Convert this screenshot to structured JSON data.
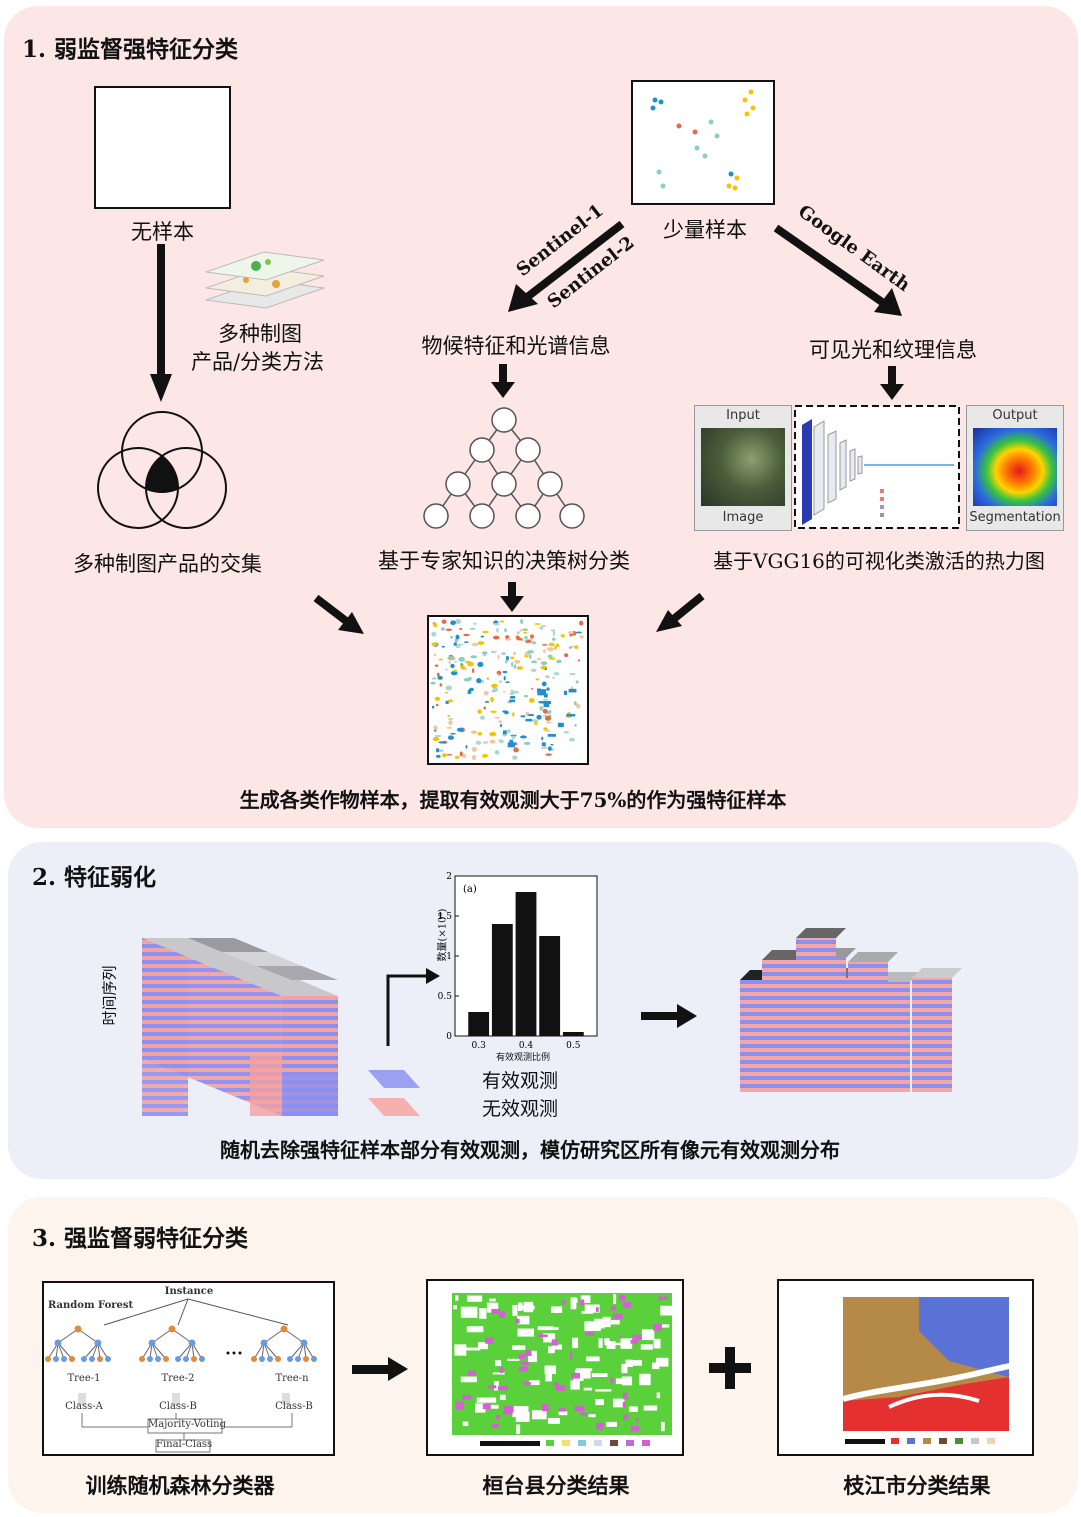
{
  "section1": {
    "title": "1. 弱监督强特征分类",
    "no_sample": "无样本",
    "few_sample": "少量样本",
    "multi_products_line1": "多种制图",
    "multi_products_line2": "产品/分类方法",
    "sentinel1": "Sentinel-1",
    "sentinel2": "Sentinel-2",
    "google_earth": "Google Earth",
    "phenology": "物候特征和光谱信息",
    "visible": "可见光和纹理信息",
    "intersection": "多种制图产品的交集",
    "decision_tree": "基于专家知识的决策树分类",
    "vgg": "基于VGG16的可视化类激活的热力图",
    "vgg_input": "Input",
    "vgg_image": "Image",
    "vgg_output": "Output",
    "vgg_segmentation": "Segmentation",
    "bottom_caption": "生成各类作物样本，提取有效观测大于75%的作为强特征样本"
  },
  "section2": {
    "title": "2. 特征弱化",
    "time_series": "时间序列",
    "valid_obs": "有效观测",
    "invalid_obs": "无效观测",
    "hist_panel_label": "(a)",
    "hist_ylabel": "数量(×10⁶)",
    "hist_xlabel": "有效观测比例",
    "bottom_caption": "随机去除强特征样本部分有效观测，模仿研究区所有像元有效观测分布"
  },
  "section3": {
    "title": "3. 强监督弱特征分类",
    "rf_instance": "Instance",
    "rf_title": "Random Forest",
    "rf_tree1": "Tree-1",
    "rf_tree2": "Tree-2",
    "rf_treen": "Tree-n",
    "rf_class_a": "Class-A",
    "rf_class_b1": "Class-B",
    "rf_class_b2": "Class-B",
    "rf_voting": "Majority-Voting",
    "rf_final": "Final-Class",
    "train_rf": "训练随机森林分类器",
    "huantai": "桓台县分类结果",
    "zhijiang": "枝江市分类结果"
  },
  "chart_data": {
    "type": "bar",
    "title": "(a)",
    "xlabel": "有效观测比例",
    "ylabel": "数量(×10⁶)",
    "x_ticks": [
      "0.3",
      "0.4",
      "0.5"
    ],
    "y_ticks": [
      "0",
      "0.5",
      "1",
      "1.5",
      "2"
    ],
    "ylim": [
      0,
      2
    ],
    "xlim": [
      0.25,
      0.55
    ],
    "categories": [
      "0.3",
      "0.35",
      "0.4",
      "0.45",
      "0.5"
    ],
    "values": [
      0.3,
      1.4,
      1.8,
      1.25,
      0.05
    ]
  },
  "colors": {
    "panel1": "#fde6e6",
    "panel2": "#eceef8",
    "panel3": "#fdf4ee",
    "valid_blue": "#7a7ef0",
    "invalid_red": "#f4a0a0"
  }
}
